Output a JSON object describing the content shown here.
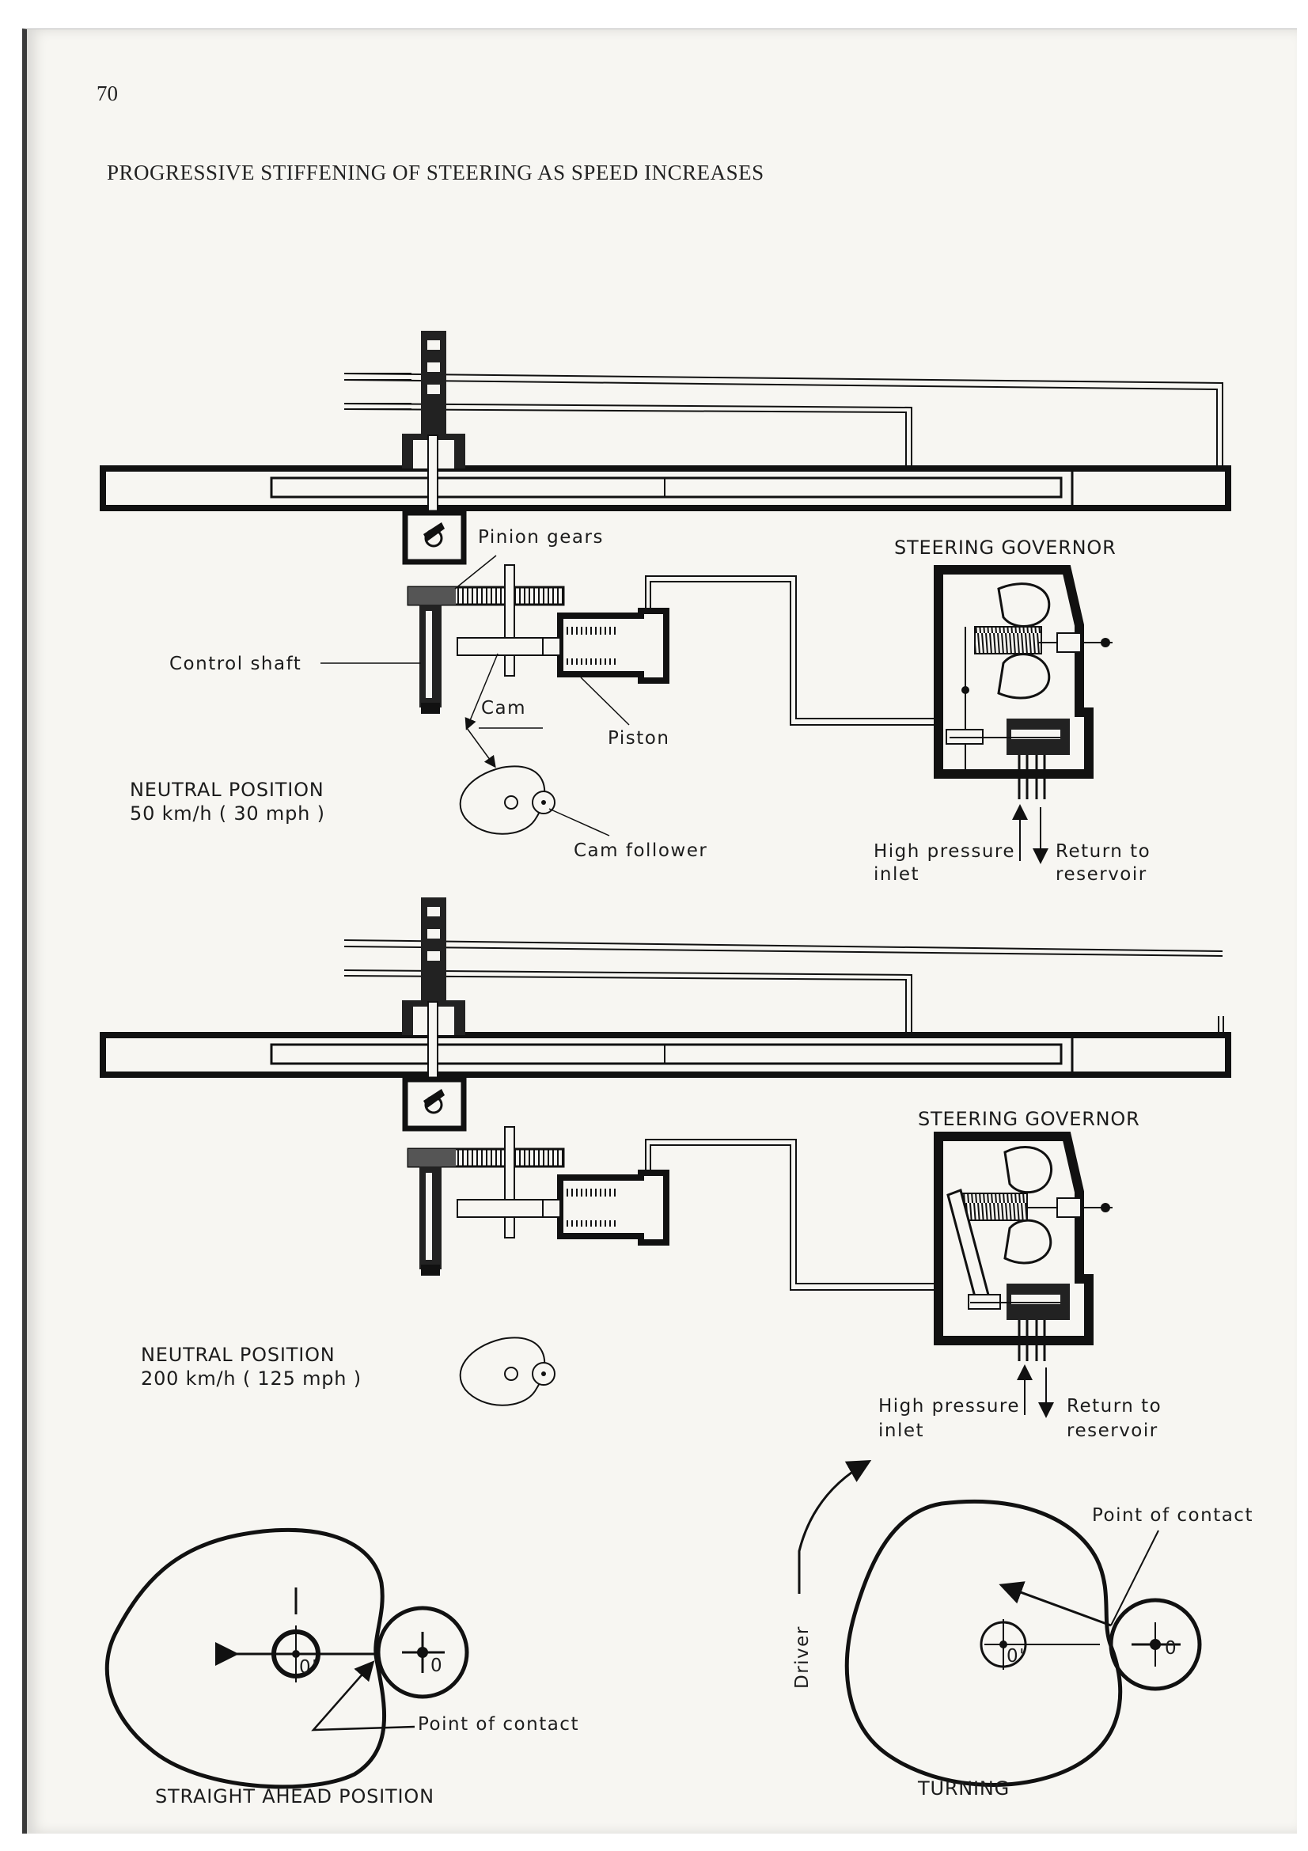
{
  "page": {
    "number": "70",
    "title": "PROGRESSIVE STIFFENING OF STEERING AS SPEED INCREASES"
  },
  "top_diagram": {
    "pinion_gears": "Pinion gears",
    "control_shaft": "Control shaft",
    "cam": "Cam",
    "piston": "Piston",
    "cam_follower": "Cam follower",
    "governor_title": "STEERING GOVERNOR",
    "high_pressure_line1": "High pressure",
    "high_pressure_line2": "inlet",
    "return_line1": "Return to",
    "return_line2": "reservoir",
    "position_caption": "NEUTRAL POSITION",
    "speed_caption": "50 km/h ( 30 mph )"
  },
  "middle_diagram": {
    "governor_title": "STEERING GOVERNOR",
    "high_pressure_line1": "High pressure",
    "high_pressure_line2": "inlet",
    "return_line1": "Return to",
    "return_line2": "reservoir",
    "position_caption": "NEUTRAL POSITION",
    "speed_caption": "200 km/h ( 125 mph )"
  },
  "straight_ahead": {
    "caption": "STRAIGHT AHEAD POSITION",
    "point_of_contact": "Point of contact",
    "cam_center_label": "0'",
    "follower_center_label": "0"
  },
  "turning": {
    "caption": "TURNING",
    "point_of_contact": "Point of contact",
    "driver": "Driver",
    "cam_center_label": "0'",
    "follower_center_label": "0"
  }
}
